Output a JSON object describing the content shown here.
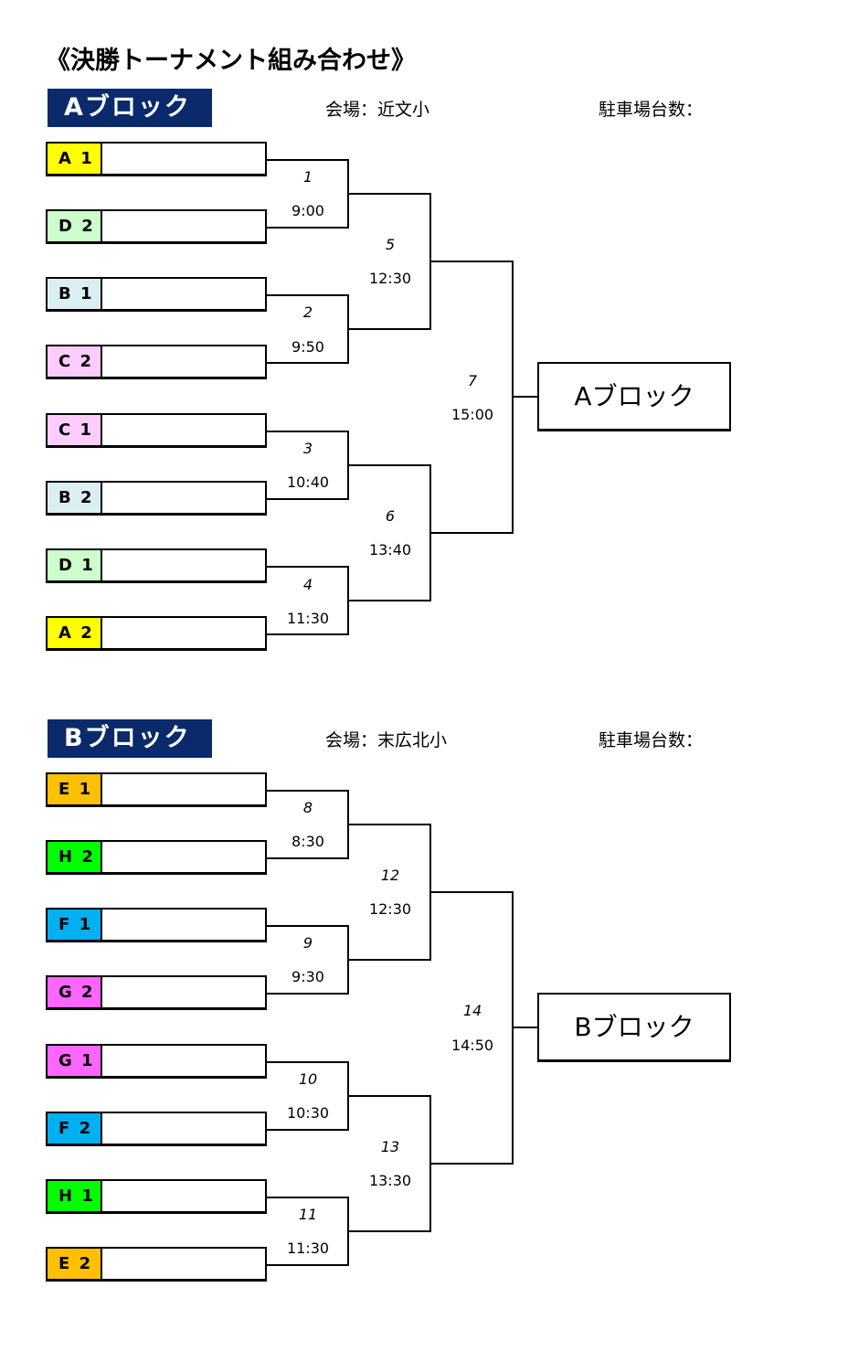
{
  "title": "《決勝トーナメント組み合わせ》",
  "blocks": [
    {
      "name": "Aブロック",
      "venue": "会場：近文小",
      "parking": "駐車場台数：",
      "teams": [
        {
          "label": "A 1",
          "color": "#ffff00"
        },
        {
          "label": "D 2",
          "color": "#ccffcc"
        },
        {
          "label": "B 1",
          "color": "#dbeef4"
        },
        {
          "label": "C 2",
          "color": "#ffccff"
        },
        {
          "label": "C 1",
          "color": "#ffccff"
        },
        {
          "label": "B 2",
          "color": "#dbeef4"
        },
        {
          "label": "D 1",
          "color": "#ccffcc"
        },
        {
          "label": "A 2",
          "color": "#ffff00"
        }
      ],
      "round1": [
        {
          "num": "1",
          "time": "9:00"
        },
        {
          "num": "2",
          "time": "9:50"
        },
        {
          "num": "3",
          "time": "10:40"
        },
        {
          "num": "4",
          "time": "11:30"
        }
      ],
      "round2": [
        {
          "num": "5",
          "time": "12:30"
        },
        {
          "num": "6",
          "time": "13:40"
        }
      ],
      "final": {
        "num": "7",
        "time": "15:00"
      },
      "winner": "Aブロック"
    },
    {
      "name": "Bブロック",
      "venue": "会場：末広北小",
      "parking": "駐車場台数：",
      "teams": [
        {
          "label": "E 1",
          "color": "#ffc000"
        },
        {
          "label": "H 2",
          "color": "#00ff00"
        },
        {
          "label": "F  1",
          "color": "#00b0f0"
        },
        {
          "label": "G  2",
          "color": "#ff66ff"
        },
        {
          "label": "G  1",
          "color": "#ff66ff"
        },
        {
          "label": "F  2",
          "color": "#00b0f0"
        },
        {
          "label": "H  1",
          "color": "#00ff00"
        },
        {
          "label": "E  2",
          "color": "#ffc000"
        }
      ],
      "round1": [
        {
          "num": "8",
          "time": "8:30"
        },
        {
          "num": "9",
          "time": "9:30"
        },
        {
          "num": "10",
          "time": "10:30"
        },
        {
          "num": "11",
          "time": "11:30"
        }
      ],
      "round2": [
        {
          "num": "12",
          "time": "12:30"
        },
        {
          "num": "13",
          "time": "13:30"
        }
      ],
      "final": {
        "num": "14",
        "time": "14:50"
      },
      "winner": "Bブロック"
    }
  ]
}
